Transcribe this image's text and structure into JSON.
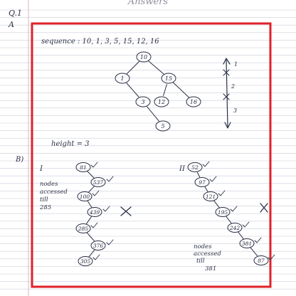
{
  "header": {
    "heading": "Answers",
    "question_label": "Q.1",
    "part_a_label": "A"
  },
  "part_a": {
    "sequence_label": "sequence",
    "sequence_values": "10, 1, 3, 5, 15, 12, 16",
    "tree_nodes": [
      "10",
      "1",
      "15",
      "3",
      "12",
      "16",
      "5"
    ],
    "level_labels": [
      "1",
      "2",
      "3"
    ],
    "height_label": "height = 3"
  },
  "part_b": {
    "label": "B)",
    "left": {
      "roman": "I",
      "nodes": [
        "81",
        "537",
        "100",
        "439",
        "285",
        "376",
        "305"
      ],
      "note_lines": [
        "nodes",
        "accessed",
        "till",
        "285"
      ]
    },
    "right": {
      "roman": "II",
      "nodes": [
        "52",
        "97",
        "121",
        "195",
        "242",
        "381",
        "87"
      ],
      "note_lines": [
        "nodes",
        "accessed",
        "till",
        "381"
      ]
    }
  },
  "colors": {
    "ink": "#2b2f45",
    "rule": "#c9cdd8",
    "margin": "#e0b4b8",
    "frame": "#e0202a"
  }
}
